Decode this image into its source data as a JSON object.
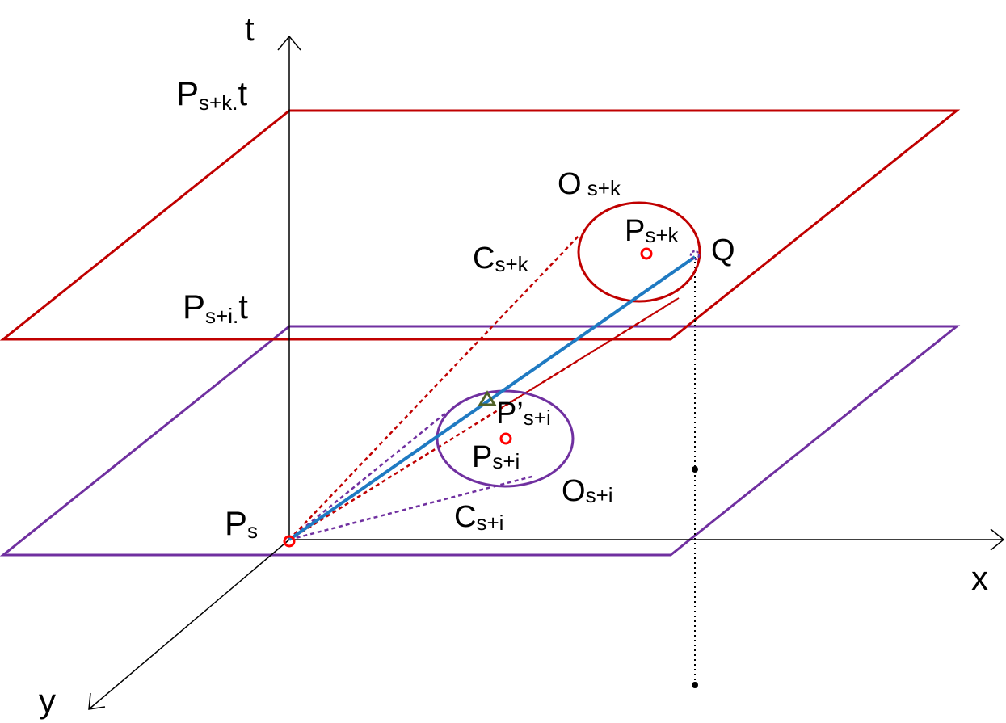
{
  "axes": {
    "t": "t",
    "x": "x",
    "y": "y"
  },
  "planes": {
    "upper": {
      "label_main": "P",
      "label_sub": "s+k.",
      "label_suffix": "t"
    },
    "lower": {
      "label_main": "P",
      "label_sub": "s+i.",
      "label_suffix": "t"
    }
  },
  "points": {
    "ps": {
      "main": "P",
      "sub": "s"
    },
    "psk": {
      "main": "P",
      "sub": "s+k"
    },
    "psi": {
      "main": "P",
      "sub": "s+i"
    },
    "psi_prime": {
      "main": "P’",
      "sub": "s+i"
    },
    "q": {
      "main": "Q"
    }
  },
  "circles": {
    "osk": {
      "main": "O",
      "sub": " s+k"
    },
    "osi": {
      "main": "O",
      "sub": "s+i"
    }
  },
  "cones": {
    "csk": {
      "main": "C",
      "sub": "s+k"
    },
    "csi": {
      "main": "C",
      "sub": "s+i"
    }
  },
  "colors": {
    "upper_plane": "#c00000",
    "lower_plane": "#7030a0",
    "trajectory": "#1f7ac2",
    "marker_point": "#ff0000",
    "triangle_marker": "#4f6228",
    "axis": "#000000"
  }
}
